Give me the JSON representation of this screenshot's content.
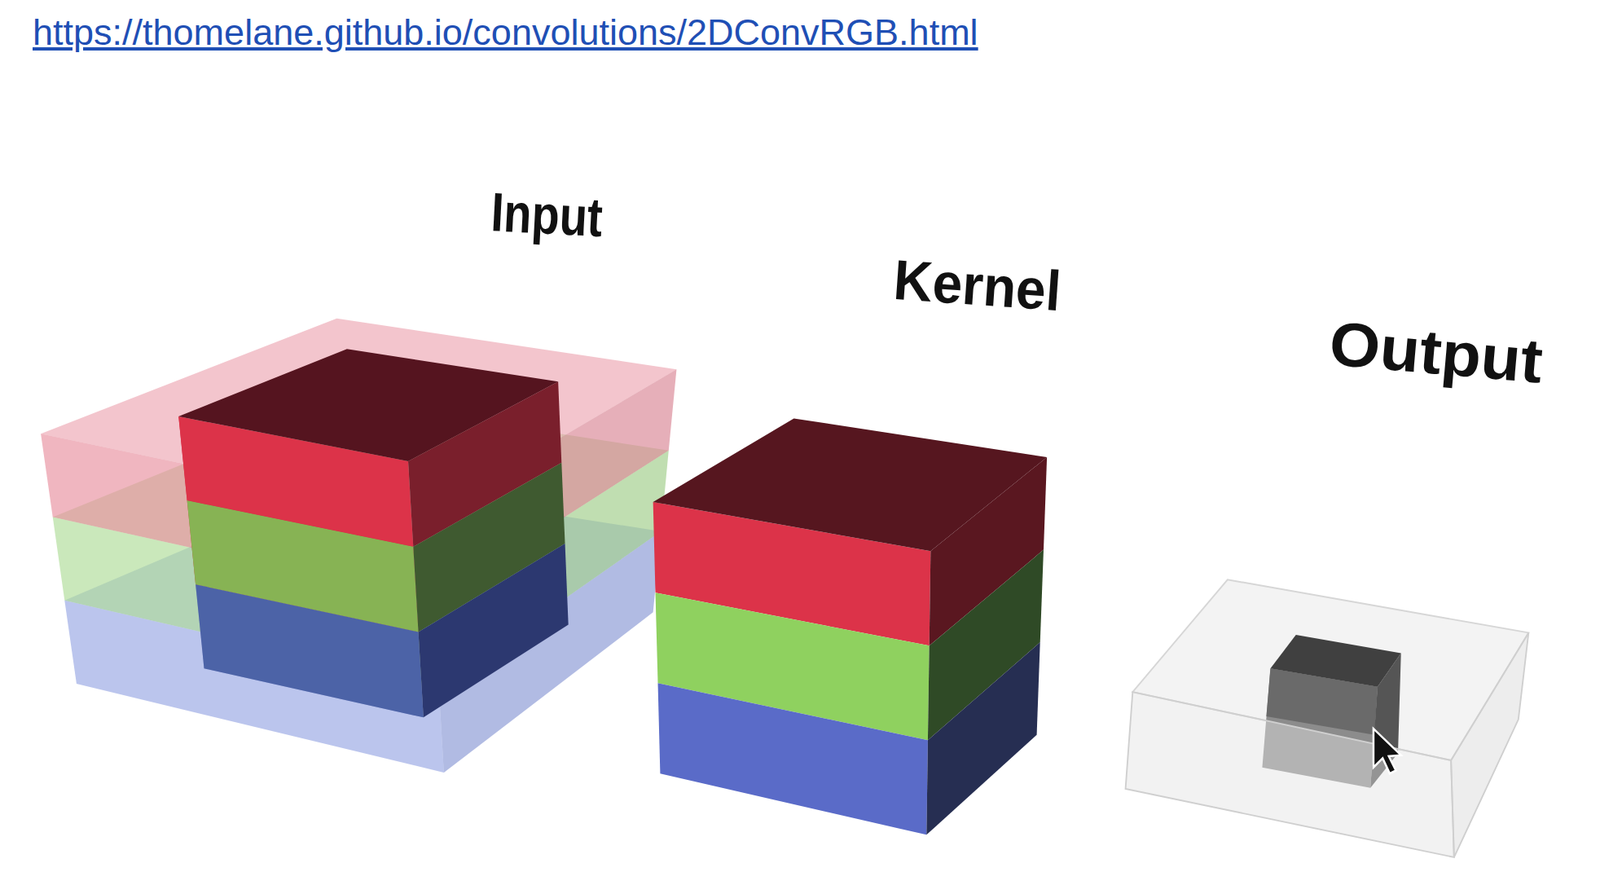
{
  "diagram": {
    "labels": [
      "https://thomelane.github.io/convolutions/2DConvRGB.html",
      "Input",
      "Kernel",
      "Output"
    ]
  }
}
